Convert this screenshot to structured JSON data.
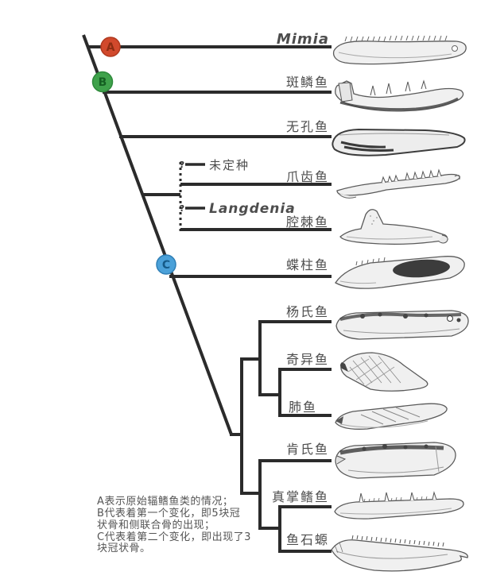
{
  "figure": {
    "type": "cladogram",
    "description": "Phylogenetic tree of sarcopterygian/actinopterygian fishes with lower-jaw illustrations",
    "topology": "(Mimia[node A],(斑鳞鱼,(无孔鱼,((未定种?,爪齿鱼,Langdenia?,腔棘鱼),[node C](蝶柱鱼,((杨氏鱼,(奇异鱼,肺鱼)),(肯氏鱼,(真掌鳍鱼,鱼石螈)))))))) [node B on main stem]"
  },
  "nodes": [
    {
      "label": "A",
      "color": "#d1492c",
      "border": "#b03a1f",
      "letter_color": "#8c2d12"
    },
    {
      "label": "B",
      "color": "#3fa24b",
      "border": "#2f8a3c",
      "letter_color": "#155f22"
    },
    {
      "label": "C",
      "color": "#4ba1d9",
      "border": "#2f7fb6",
      "letter_color": "#155a88"
    }
  ],
  "taxa": [
    {
      "label": "Mimia"
    },
    {
      "label": "斑鳞鱼"
    },
    {
      "label": "无孔鱼"
    },
    {
      "label": "未定种"
    },
    {
      "label": "爪齿鱼"
    },
    {
      "label": "Langdenia"
    },
    {
      "label": "腔棘鱼"
    },
    {
      "label": "蝶柱鱼"
    },
    {
      "label": "杨氏鱼"
    },
    {
      "label": "奇异鱼"
    },
    {
      "label": "肺鱼"
    },
    {
      "label": "肯氏鱼"
    },
    {
      "label": "真掌鳍鱼"
    },
    {
      "label": "鱼石螈"
    }
  ],
  "uncertainty_marks": [
    "?",
    "?"
  ],
  "legend": {
    "lines": [
      "A表示原始辐鳍鱼类的情况；",
      "B代表着第一个变化，即5块冠",
      "状骨和侧联合骨的出现；",
      "C代表着第二个变化，即出现了3",
      "块冠状骨。"
    ]
  },
  "colors": {
    "tree_line": "#2b2b2b",
    "taxon_text": "#4d4d4d",
    "legend_text": "#555555"
  }
}
